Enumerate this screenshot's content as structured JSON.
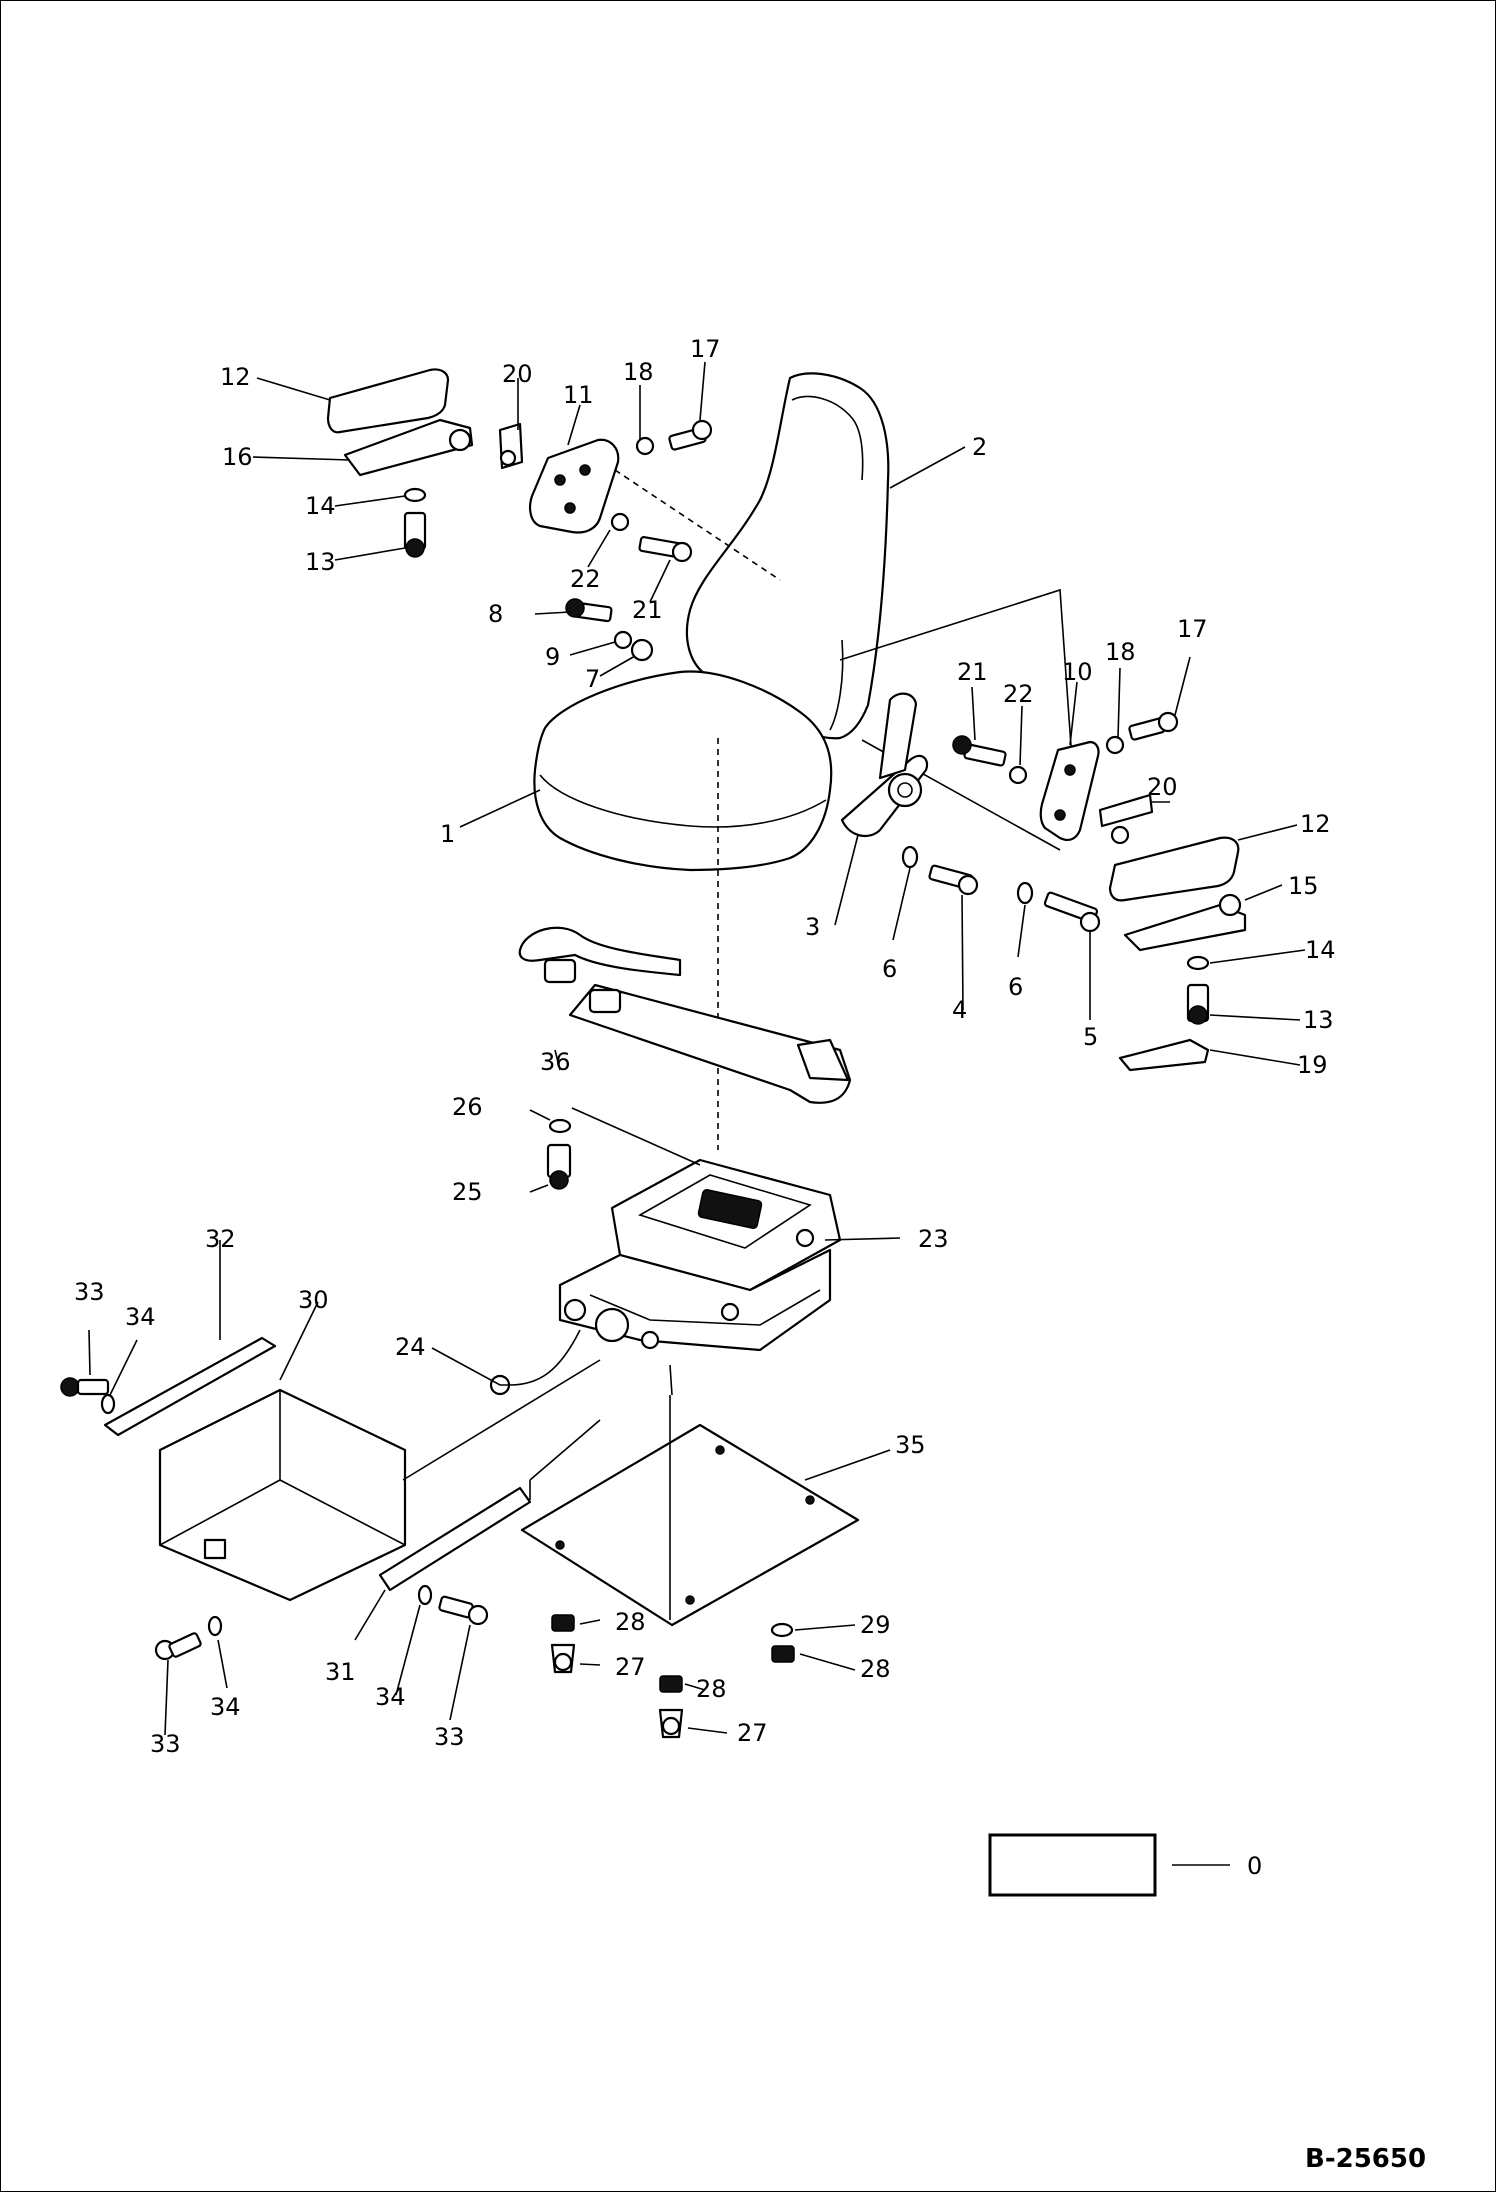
{
  "drawing_code": "B-25650",
  "legend_box_label": "0",
  "callouts": [
    {
      "id": "c1",
      "text": "1"
    },
    {
      "id": "c2",
      "text": "2"
    },
    {
      "id": "c3",
      "text": "3"
    },
    {
      "id": "c4",
      "text": "4"
    },
    {
      "id": "c5",
      "text": "5"
    },
    {
      "id": "c6a",
      "text": "6"
    },
    {
      "id": "c6b",
      "text": "6"
    },
    {
      "id": "c7",
      "text": "7"
    },
    {
      "id": "c8",
      "text": "8"
    },
    {
      "id": "c9",
      "text": "9"
    },
    {
      "id": "c10",
      "text": "10"
    },
    {
      "id": "c11",
      "text": "11"
    },
    {
      "id": "c12a",
      "text": "12"
    },
    {
      "id": "c12b",
      "text": "12"
    },
    {
      "id": "c13a",
      "text": "13"
    },
    {
      "id": "c13b",
      "text": "13"
    },
    {
      "id": "c14a",
      "text": "14"
    },
    {
      "id": "c14b",
      "text": "14"
    },
    {
      "id": "c15",
      "text": "15"
    },
    {
      "id": "c16",
      "text": "16"
    },
    {
      "id": "c17a",
      "text": "17"
    },
    {
      "id": "c17b",
      "text": "17"
    },
    {
      "id": "c18a",
      "text": "18"
    },
    {
      "id": "c18b",
      "text": "18"
    },
    {
      "id": "c19",
      "text": "19"
    },
    {
      "id": "c20a",
      "text": "20"
    },
    {
      "id": "c20b",
      "text": "20"
    },
    {
      "id": "c21a",
      "text": "21"
    },
    {
      "id": "c21b",
      "text": "21"
    },
    {
      "id": "c22a",
      "text": "22"
    },
    {
      "id": "c22b",
      "text": "22"
    },
    {
      "id": "c23",
      "text": "23"
    },
    {
      "id": "c24",
      "text": "24"
    },
    {
      "id": "c25",
      "text": "25"
    },
    {
      "id": "c26",
      "text": "26"
    },
    {
      "id": "c27a",
      "text": "27"
    },
    {
      "id": "c27b",
      "text": "27"
    },
    {
      "id": "c28a",
      "text": "28"
    },
    {
      "id": "c28b",
      "text": "28"
    },
    {
      "id": "c28c",
      "text": "28"
    },
    {
      "id": "c29",
      "text": "29"
    },
    {
      "id": "c30",
      "text": "30"
    },
    {
      "id": "c31",
      "text": "31"
    },
    {
      "id": "c32",
      "text": "32"
    },
    {
      "id": "c33a",
      "text": "33"
    },
    {
      "id": "c33b",
      "text": "33"
    },
    {
      "id": "c33c",
      "text": "33"
    },
    {
      "id": "c34a",
      "text": "34"
    },
    {
      "id": "c34b",
      "text": "34"
    },
    {
      "id": "c34c",
      "text": "34"
    },
    {
      "id": "c35",
      "text": "35"
    },
    {
      "id": "c36",
      "text": "36"
    }
  ]
}
